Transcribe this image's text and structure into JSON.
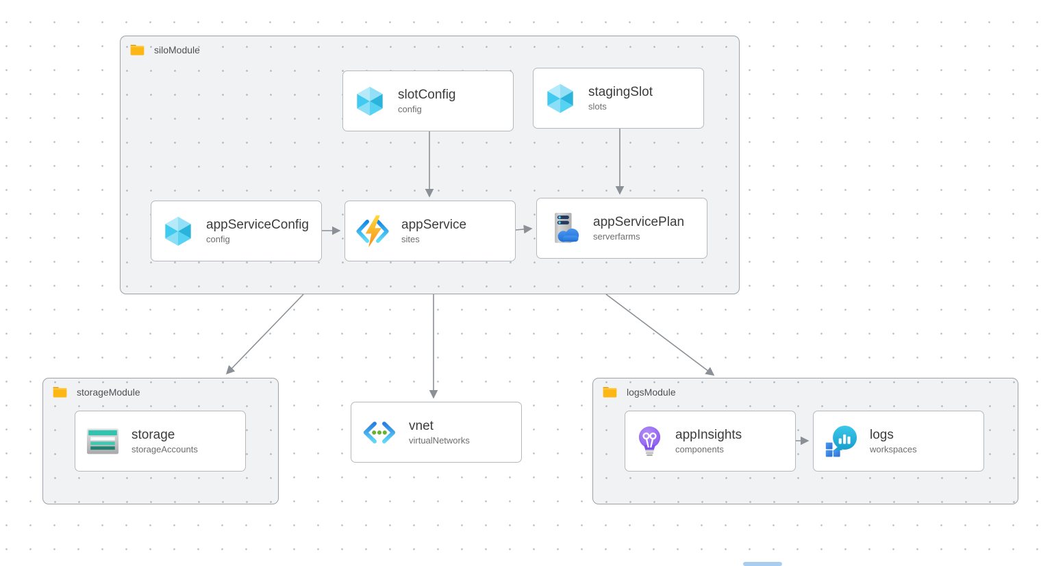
{
  "modules": {
    "silo": {
      "label": "siloModule",
      "icon": "folder-icon"
    },
    "storage": {
      "label": "storageModule",
      "icon": "folder-icon"
    },
    "logs": {
      "label": "logsModule",
      "icon": "folder-icon"
    }
  },
  "nodes": {
    "slotConfig": {
      "title": "slotConfig",
      "subtitle": "config",
      "icon": "cube-icon",
      "module": "siloModule"
    },
    "stagingSlot": {
      "title": "stagingSlot",
      "subtitle": "slots",
      "icon": "cube-icon",
      "module": "siloModule"
    },
    "appServiceConfig": {
      "title": "appServiceConfig",
      "subtitle": "config",
      "icon": "cube-icon",
      "module": "siloModule"
    },
    "appService": {
      "title": "appService",
      "subtitle": "sites",
      "icon": "app-service-icon",
      "module": "siloModule"
    },
    "appServicePlan": {
      "title": "appServicePlan",
      "subtitle": "serverfarms",
      "icon": "server-farm-icon",
      "module": "siloModule"
    },
    "storage": {
      "title": "storage",
      "subtitle": "storageAccounts",
      "icon": "storage-account-icon",
      "module": "storageModule"
    },
    "vnet": {
      "title": "vnet",
      "subtitle": "virtualNetworks",
      "icon": "virtual-network-icon"
    },
    "appInsights": {
      "title": "appInsights",
      "subtitle": "components",
      "icon": "app-insights-icon",
      "module": "logsModule"
    },
    "logs": {
      "title": "logs",
      "subtitle": "workspaces",
      "icon": "log-workspace-icon",
      "module": "logsModule"
    }
  },
  "edges": [
    {
      "from": "slotConfig",
      "to": "appService"
    },
    {
      "from": "stagingSlot",
      "to": "appServicePlan"
    },
    {
      "from": "appServiceConfig",
      "to": "appService"
    },
    {
      "from": "appService",
      "to": "appServicePlan"
    },
    {
      "from": "siloModule",
      "to": "storageModule"
    },
    {
      "from": "siloModule",
      "to": "vnet"
    },
    {
      "from": "siloModule",
      "to": "logsModule"
    },
    {
      "from": "appInsights",
      "to": "logs"
    }
  ],
  "colors": {
    "canvas_bg": "#ffffff",
    "dot": "#b5bbc5",
    "module_bg": "#f1f2f4",
    "module_border": "#9ba1a7",
    "node_bg": "#ffffff",
    "node_border": "#b4b8bc",
    "edge": "#8b9096",
    "title_text": "#3c3c3c",
    "subtitle_text": "#6d6d6d",
    "module_label_text": "#4c5156",
    "folder_yellow": "#fdb714"
  }
}
